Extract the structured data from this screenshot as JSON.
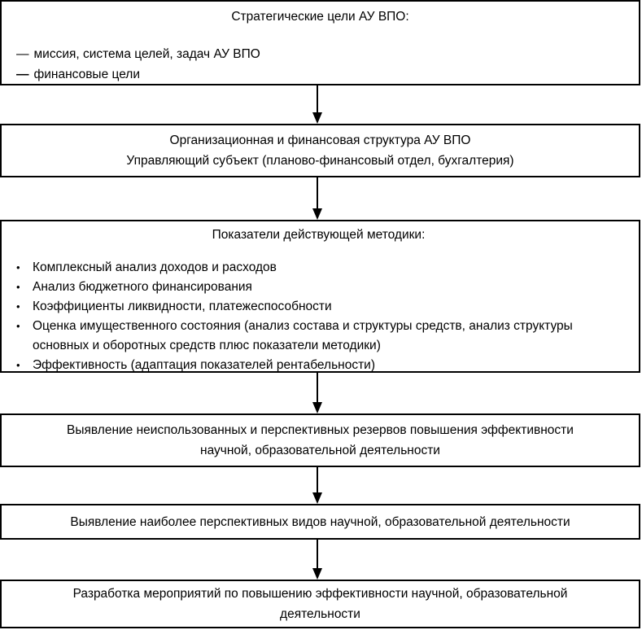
{
  "colors": {
    "background": "#ffffff",
    "border": "#000000",
    "text": "#000000",
    "arrow": "#000000"
  },
  "flowchart": {
    "boxes": [
      {
        "id": "strategic-goals",
        "title": "Стратегические цели АУ ВПО:",
        "items": [
          {
            "dash": "—",
            "text": "миссия, система целей, задач АУ ВПО"
          },
          {
            "dash": "—",
            "text": "финансовые цели"
          }
        ]
      },
      {
        "id": "org-structure",
        "lines": [
          "Организационная и финансовая структура АУ ВПО",
          "Управляющий субъект (планово-финансовый отдел, бухгалтерия)"
        ]
      },
      {
        "id": "indicators",
        "title": "Показатели действующей методики:",
        "bullets": [
          "Комплексный анализ доходов и расходов",
          "Анализ бюджетного финансирования",
          "Коэффициенты ликвидности, платежеспособности",
          "Оценка имущественного состояния (анализ состава и структуры средств, анализ структуры основных и оборотных средств плюс показатели методики)",
          "Эффективность (адаптация показателей рентабельности)"
        ]
      },
      {
        "id": "reserves",
        "lines": [
          "Выявление неиспользованных и перспективных резервов повышения эффективности",
          "научной, образовательной деятельности"
        ]
      },
      {
        "id": "promising-types",
        "lines": [
          "Выявление наиболее перспективных видов научной, образовательной деятельности"
        ]
      },
      {
        "id": "measures",
        "lines": [
          "Разработка мероприятий по повышению эффективности научной, образовательной",
          "деятельности"
        ]
      }
    ]
  }
}
